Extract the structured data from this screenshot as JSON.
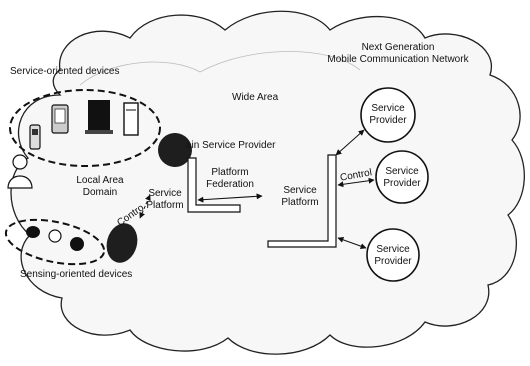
{
  "labels": {
    "network_title_line1": "Next Generation",
    "network_title_line2": "Mobile Communication Network",
    "service_oriented_devices": "Service-oriented devices",
    "wide_area": "Wide Area",
    "domain_service_provider": "ain Service Provider",
    "local_area_line1": "Local Area",
    "local_area_line2": "Domain",
    "control_left": "Contro",
    "service_platform_left_line1": "Service",
    "service_platform_left_line2": "Platform",
    "platform_federation_line1": "Platform",
    "platform_federation_line2": "Federation",
    "service_platform_right_line1": "Service",
    "service_platform_right_line2": "Platform",
    "control_right": "Control",
    "sensing_oriented_devices": "Sensing-oriented devices"
  },
  "service_providers": [
    {
      "line1": "Service",
      "line2": "Provider"
    },
    {
      "line1": "Service",
      "line2": "Provider"
    },
    {
      "line1": "Service",
      "line2": "Provider"
    }
  ],
  "colors": {
    "ink": "#111111",
    "cloud_fill": "#f7f7f7",
    "dark_node": "#1e1e1e"
  },
  "icons": [
    "phone-icon",
    "pda-icon",
    "monitor-icon",
    "server-tower-icon",
    "user-icon",
    "sensor-dot-icon"
  ]
}
